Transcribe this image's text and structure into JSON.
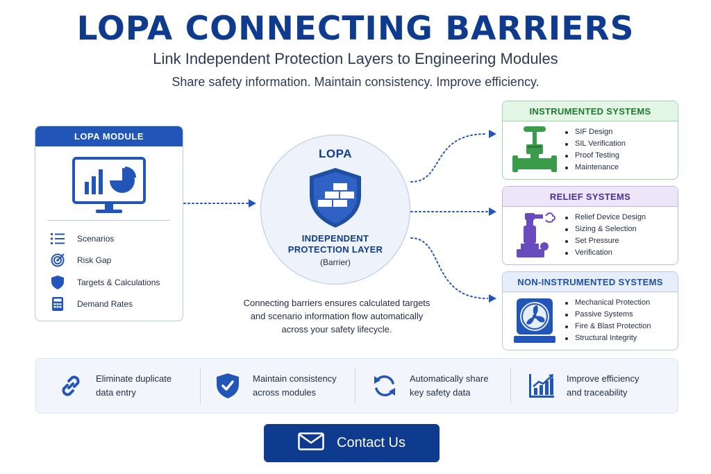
{
  "header": {
    "title": "LOPA CONNECTING BARRIERS",
    "subtitle": "Link Independent Protection Layers to Engineering Modules",
    "tagline": "Share safety information. Maintain consistency. Improve efficiency."
  },
  "module": {
    "title": "LOPA MODULE",
    "items": [
      {
        "label": "Scenarios",
        "icon": "list-icon"
      },
      {
        "label": "Risk Gap",
        "icon": "target-icon"
      },
      {
        "label": "Targets & Calculations",
        "icon": "shield-icon"
      },
      {
        "label": "Demand Rates",
        "icon": "calculator-icon"
      }
    ]
  },
  "center": {
    "title": "LOPA",
    "label_line1": "INDEPENDENT",
    "label_line2": "PROTECTION LAYER",
    "sub": "(Barrier)",
    "description": "Connecting barriers ensures calculated targets and scenario information flow automatically across your safety lifecycle."
  },
  "systems": [
    {
      "title": "INSTRUMENTED SYSTEMS",
      "icon": "valve-icon",
      "color": "#1f7a2e",
      "items": [
        "SIF Design",
        "SIL Verification",
        "Proof Testing",
        "Maintenance"
      ]
    },
    {
      "title": "RELIEF SYSTEMS",
      "icon": "relief-valve-icon",
      "color": "#4b2f8f",
      "items": [
        "Relief Device Design",
        "Sizing & Selection",
        "Set Pressure",
        "Verification"
      ]
    },
    {
      "title": "NON-INSTRUMENTED SYSTEMS",
      "icon": "fan-icon",
      "color": "#1f4fa3",
      "items": [
        "Mechanical Protection",
        "Passive Systems",
        "Fire & Blast Protection",
        "Structural Integrity"
      ]
    }
  ],
  "benefits": [
    {
      "line1": "Eliminate duplicate",
      "line2": "data entry",
      "icon": "link-icon"
    },
    {
      "line1": "Maintain consistency",
      "line2": "across modules",
      "icon": "shield-check-icon"
    },
    {
      "line1": "Automatically share",
      "line2": "key safety data",
      "icon": "sync-icon"
    },
    {
      "line1": "Improve efficiency",
      "line2": "and traceability",
      "icon": "chart-growth-icon"
    }
  ],
  "contact": {
    "label": "Contact Us",
    "icon": "mail-icon"
  },
  "colors": {
    "primary": "#0f3b8f",
    "accent": "#2255b8",
    "green": "#3a9b4a",
    "purple": "#6a4bbd"
  }
}
